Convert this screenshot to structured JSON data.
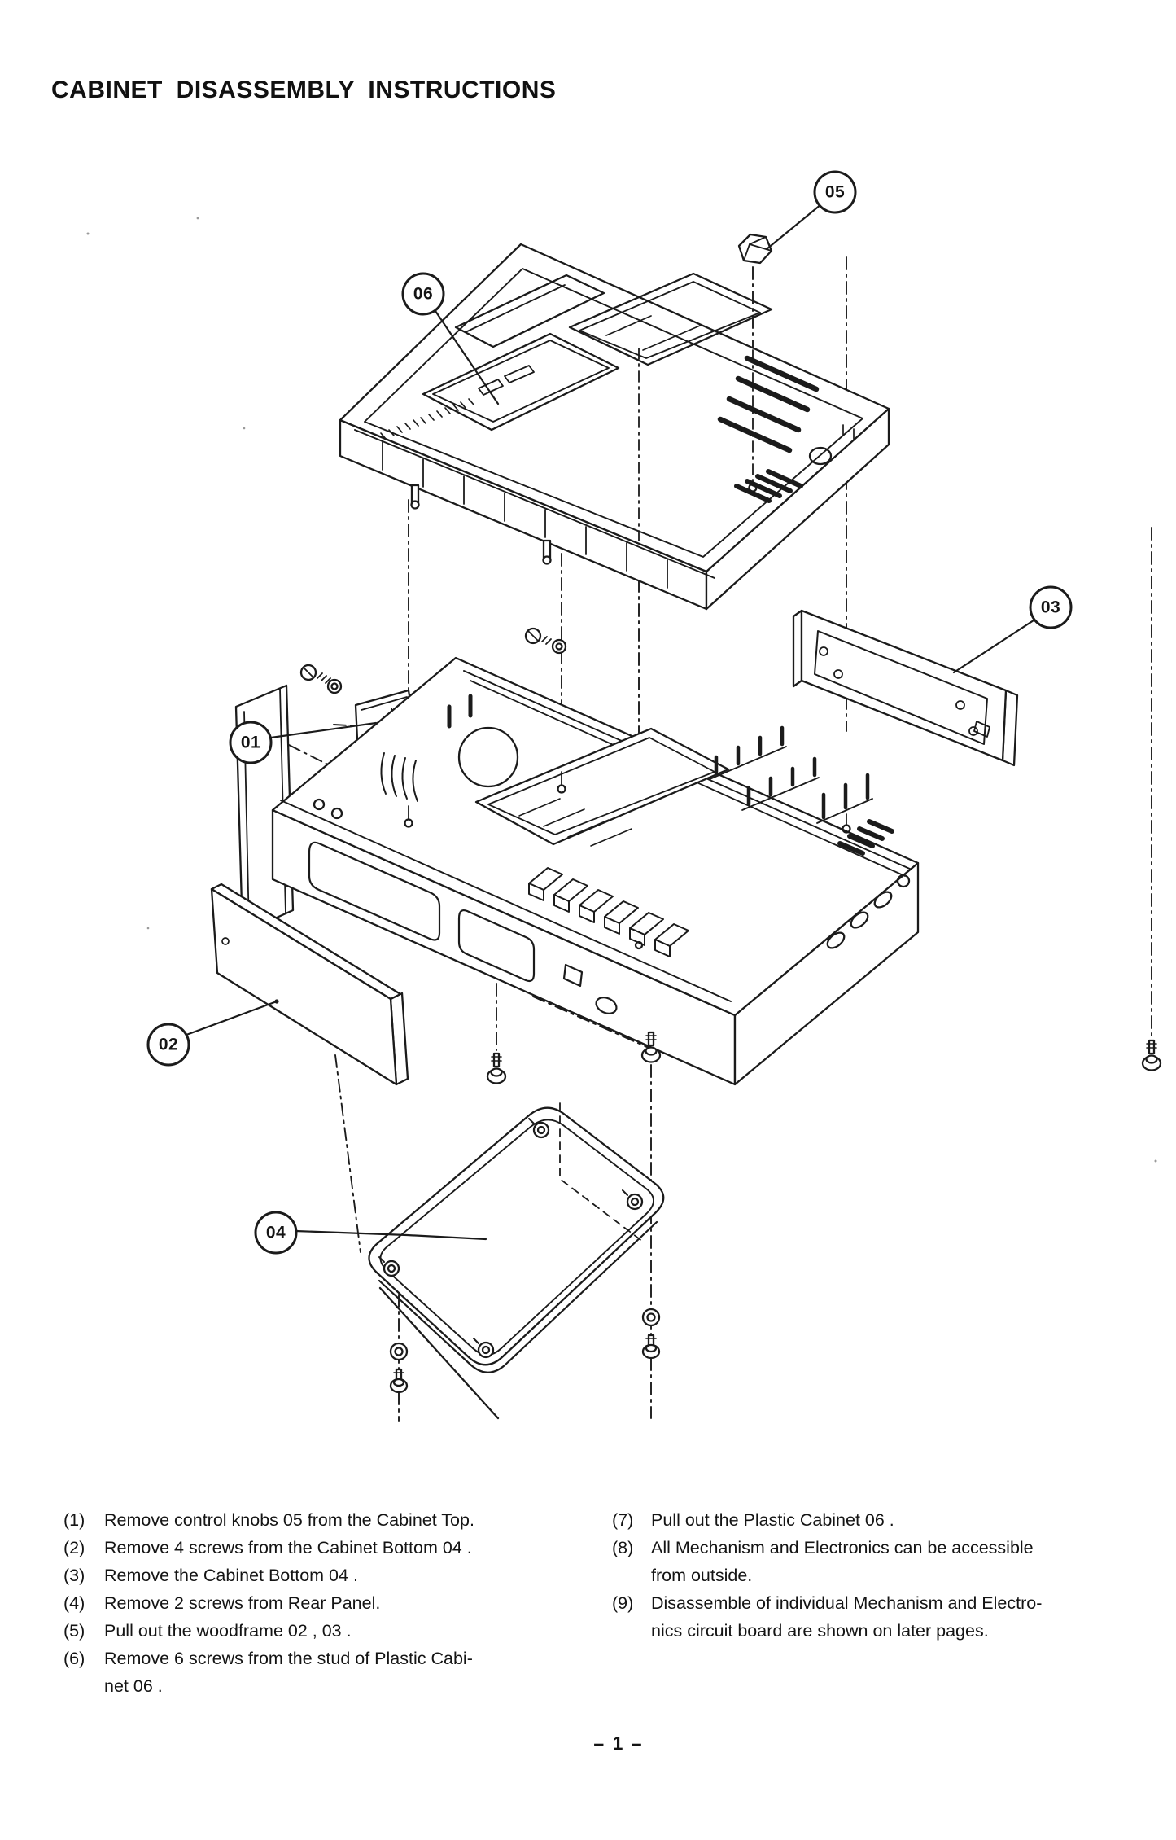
{
  "page": {
    "title": "CABINET DISASSEMBLY INSTRUCTIONS",
    "page_number": "– 1 –"
  },
  "diagram": {
    "callouts": [
      {
        "label": "01"
      },
      {
        "label": "02"
      },
      {
        "label": "03"
      },
      {
        "label": "04"
      },
      {
        "label": "05"
      },
      {
        "label": "06"
      }
    ]
  },
  "instructions": {
    "left": [
      {
        "num": "(1)",
        "text": "Remove control knobs 05 from the Cabinet Top."
      },
      {
        "num": "(2)",
        "text": "Remove 4 screws from the Cabinet Bottom 04 ."
      },
      {
        "num": "(3)",
        "text": "Remove the Cabinet Bottom 04 ."
      },
      {
        "num": "(4)",
        "text": "Remove 2 screws from Rear Panel."
      },
      {
        "num": "(5)",
        "text": "Pull out the woodframe 02 , 03 ."
      },
      {
        "num": "(6)",
        "text": "Remove 6 screws from the stud of Plastic Cabi-",
        "text2": "net 06 ."
      }
    ],
    "right": [
      {
        "num": "(7)",
        "text": "Pull out the Plastic Cabinet 06 ."
      },
      {
        "num": "(8)",
        "text": "All Mechanism and Electronics can be accessible",
        "text2": "from outside."
      },
      {
        "num": "(9)",
        "text": "Disassemble of individual Mechanism and Electro-",
        "text2": "nics circuit board are shown on later pages."
      }
    ]
  }
}
